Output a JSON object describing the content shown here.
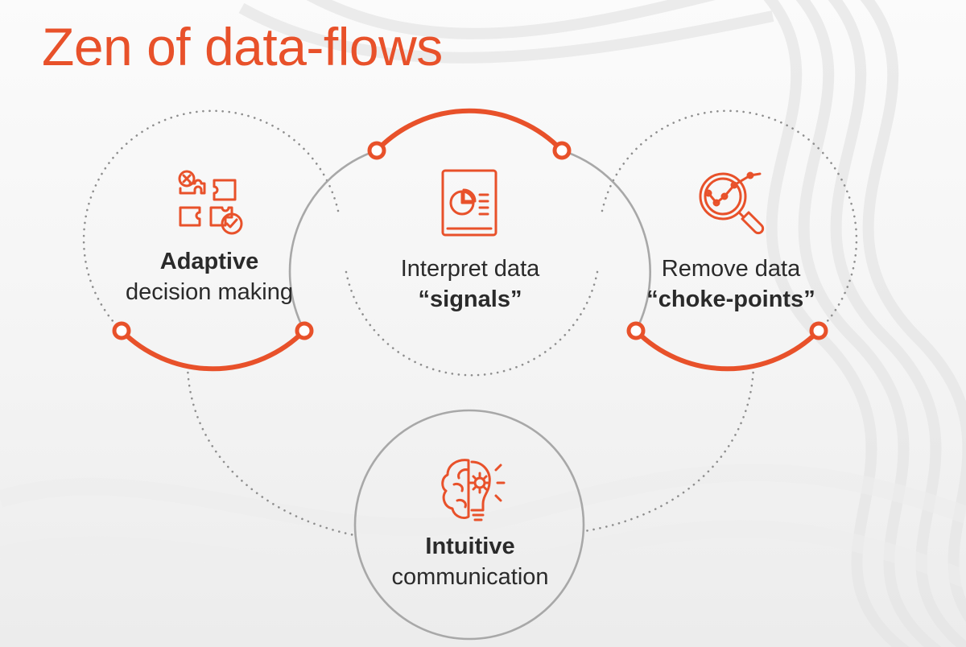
{
  "title": "Zen of data-flows",
  "colors": {
    "accent": "#e8512a",
    "ring_grey": "#a8a8a8",
    "dots": "#8e8e8e",
    "text": "#2a2a2a"
  },
  "nodes": [
    {
      "id": "adaptive",
      "icon": "puzzle-flow-icon",
      "line1": "Adaptive",
      "line2": "decision making"
    },
    {
      "id": "interpret",
      "icon": "report-chart-icon",
      "line1": "Interpret data",
      "line2": "“signals”"
    },
    {
      "id": "remove",
      "icon": "magnifier-trend-icon",
      "line1": "Remove data",
      "line2": "“choke-points”"
    },
    {
      "id": "intuitive",
      "icon": "brain-bulb-icon",
      "line1": "Intuitive",
      "line2": "communication"
    }
  ]
}
